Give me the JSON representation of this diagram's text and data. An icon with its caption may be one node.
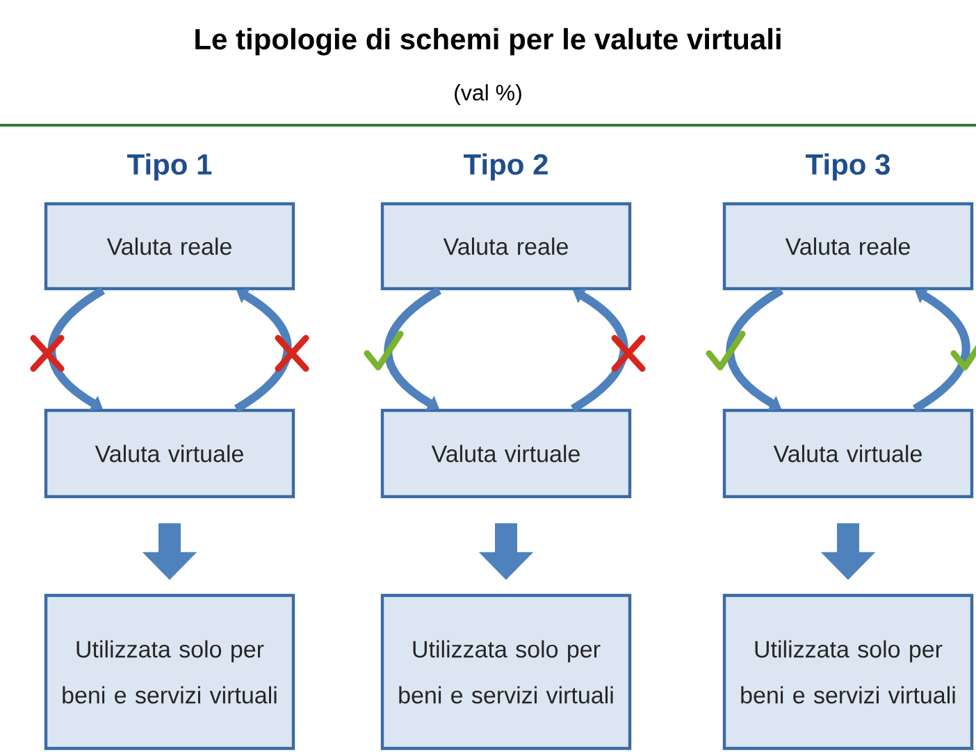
{
  "diagram": {
    "title": "Le tipologie di schemi per le valute virtuali",
    "caption": "(val %)",
    "nodes": [
      {
        "text": [
          "Valuta reale"
        ]
      },
      {
        "text": [
          "Valuta reale"
        ]
      },
      {
        "text": [
          "Valuta reale"
        ]
      },
      {
        "text": [
          "Valuta virtuale"
        ]
      },
      {
        "text": [
          "Valuta virtuale"
        ]
      },
      {
        "text": [
          "Valuta virtuale"
        ]
      },
      {
        "text": [
          "Utilizzata solo per beni e servizi virtuali"
        ]
      },
      {
        "text": [
          "Utilizzata solo per beni e servizi virtuali"
        ]
      },
      {
        "text": [
          "Utilizzata solo per beni e servizi virtuali"
        ]
      }
    ],
    "edges": [
      {
        "from": 0,
        "to": 3,
        "arrow": "to"
      },
      {
        "from": 3,
        "to": 0,
        "arrow": "to"
      },
      {
        "from": 3,
        "to": 6,
        "arrow": "to",
        "style": "thick"
      },
      {
        "from": 1,
        "to": 4,
        "arrow": "to"
      },
      {
        "from": 4,
        "to": 1,
        "arrow": "to"
      },
      {
        "from": 4,
        "to": 7,
        "arrow": "to",
        "style": "thick"
      },
      {
        "from": 2,
        "to": 5,
        "arrow": "to"
      },
      {
        "from": 5,
        "to": 2,
        "arrow": "to"
      },
      {
        "from": 5,
        "to": 8,
        "arrow": "to",
        "style": "thick"
      }
    ],
    "labels": [
      "Tipo 1",
      "Tipo 2",
      "Tipo 3"
    ]
  }
}
